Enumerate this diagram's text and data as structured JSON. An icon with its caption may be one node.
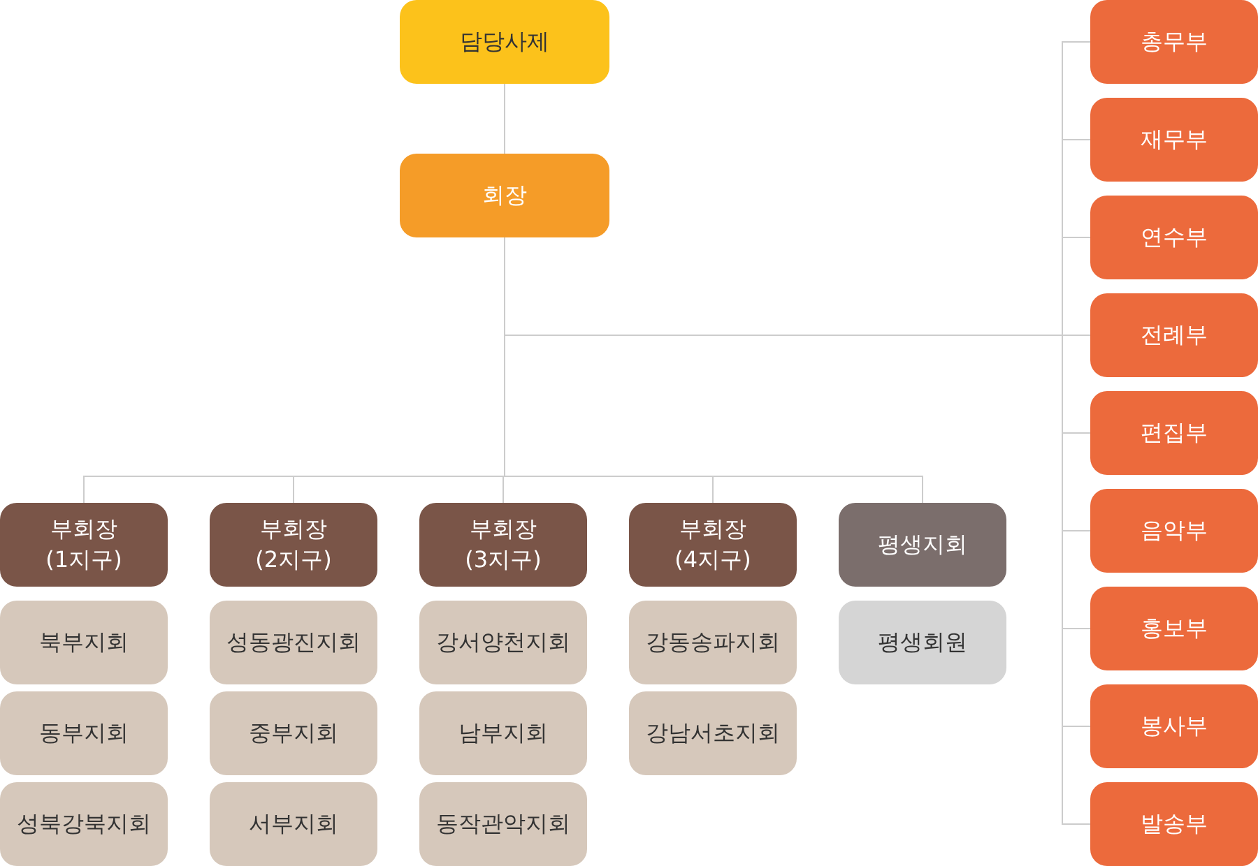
{
  "diagram": {
    "nodes": [
      {
        "text": [
          "담당사제"
        ]
      },
      {
        "text": [
          "회장"
        ]
      },
      {
        "text": [
          "총무부"
        ]
      },
      {
        "text": [
          "재무부"
        ]
      },
      {
        "text": [
          "연수부"
        ]
      },
      {
        "text": [
          "전례부"
        ]
      },
      {
        "text": [
          "편집부"
        ]
      },
      {
        "text": [
          "음악부"
        ]
      },
      {
        "text": [
          "홍보부"
        ]
      },
      {
        "text": [
          "봉사부"
        ]
      },
      {
        "text": [
          "발송부"
        ]
      },
      {
        "text": [
          "부회장 (1지구)"
        ]
      },
      {
        "text": [
          "북부지회"
        ]
      },
      {
        "text": [
          "동부지회"
        ]
      },
      {
        "text": [
          "성북강북지회"
        ]
      },
      {
        "text": [
          "부회장 (2지구)"
        ]
      },
      {
        "text": [
          "성동광진지회"
        ]
      },
      {
        "text": [
          "중부지회"
        ]
      },
      {
        "text": [
          "서부지회"
        ]
      },
      {
        "text": [
          "부회장 (3지구)"
        ]
      },
      {
        "text": [
          "강서양천지회"
        ]
      },
      {
        "text": [
          "남부지회"
        ]
      },
      {
        "text": [
          "동작관악지회"
        ]
      },
      {
        "text": [
          "부회장 (4지구)"
        ]
      },
      {
        "text": [
          "강동송파지회"
        ]
      },
      {
        "text": [
          "강남서초지회"
        ]
      },
      {
        "text": [
          "평생지회"
        ]
      },
      {
        "text": [
          "평생회원"
        ]
      }
    ],
    "edges": [
      {
        "from": 0,
        "to": 1,
        "arrow": "none"
      },
      {
        "from": 1,
        "to": 2,
        "arrow": "none"
      },
      {
        "from": 1,
        "to": 3,
        "arrow": "none"
      },
      {
        "from": 1,
        "to": 4,
        "arrow": "none"
      },
      {
        "from": 1,
        "to": 5,
        "arrow": "none"
      },
      {
        "from": 1,
        "to": 6,
        "arrow": "none"
      },
      {
        "from": 1,
        "to": 7,
        "arrow": "none"
      },
      {
        "from": 1,
        "to": 8,
        "arrow": "none"
      },
      {
        "from": 1,
        "to": 9,
        "arrow": "none"
      },
      {
        "from": 1,
        "to": 10,
        "arrow": "none"
      },
      {
        "from": 1,
        "to": 11,
        "arrow": "none"
      },
      {
        "from": 1,
        "to": 15,
        "arrow": "none"
      },
      {
        "from": 1,
        "to": 19,
        "arrow": "none"
      },
      {
        "from": 1,
        "to": 23,
        "arrow": "none"
      },
      {
        "from": 1,
        "to": 26,
        "arrow": "none"
      }
    ]
  }
}
